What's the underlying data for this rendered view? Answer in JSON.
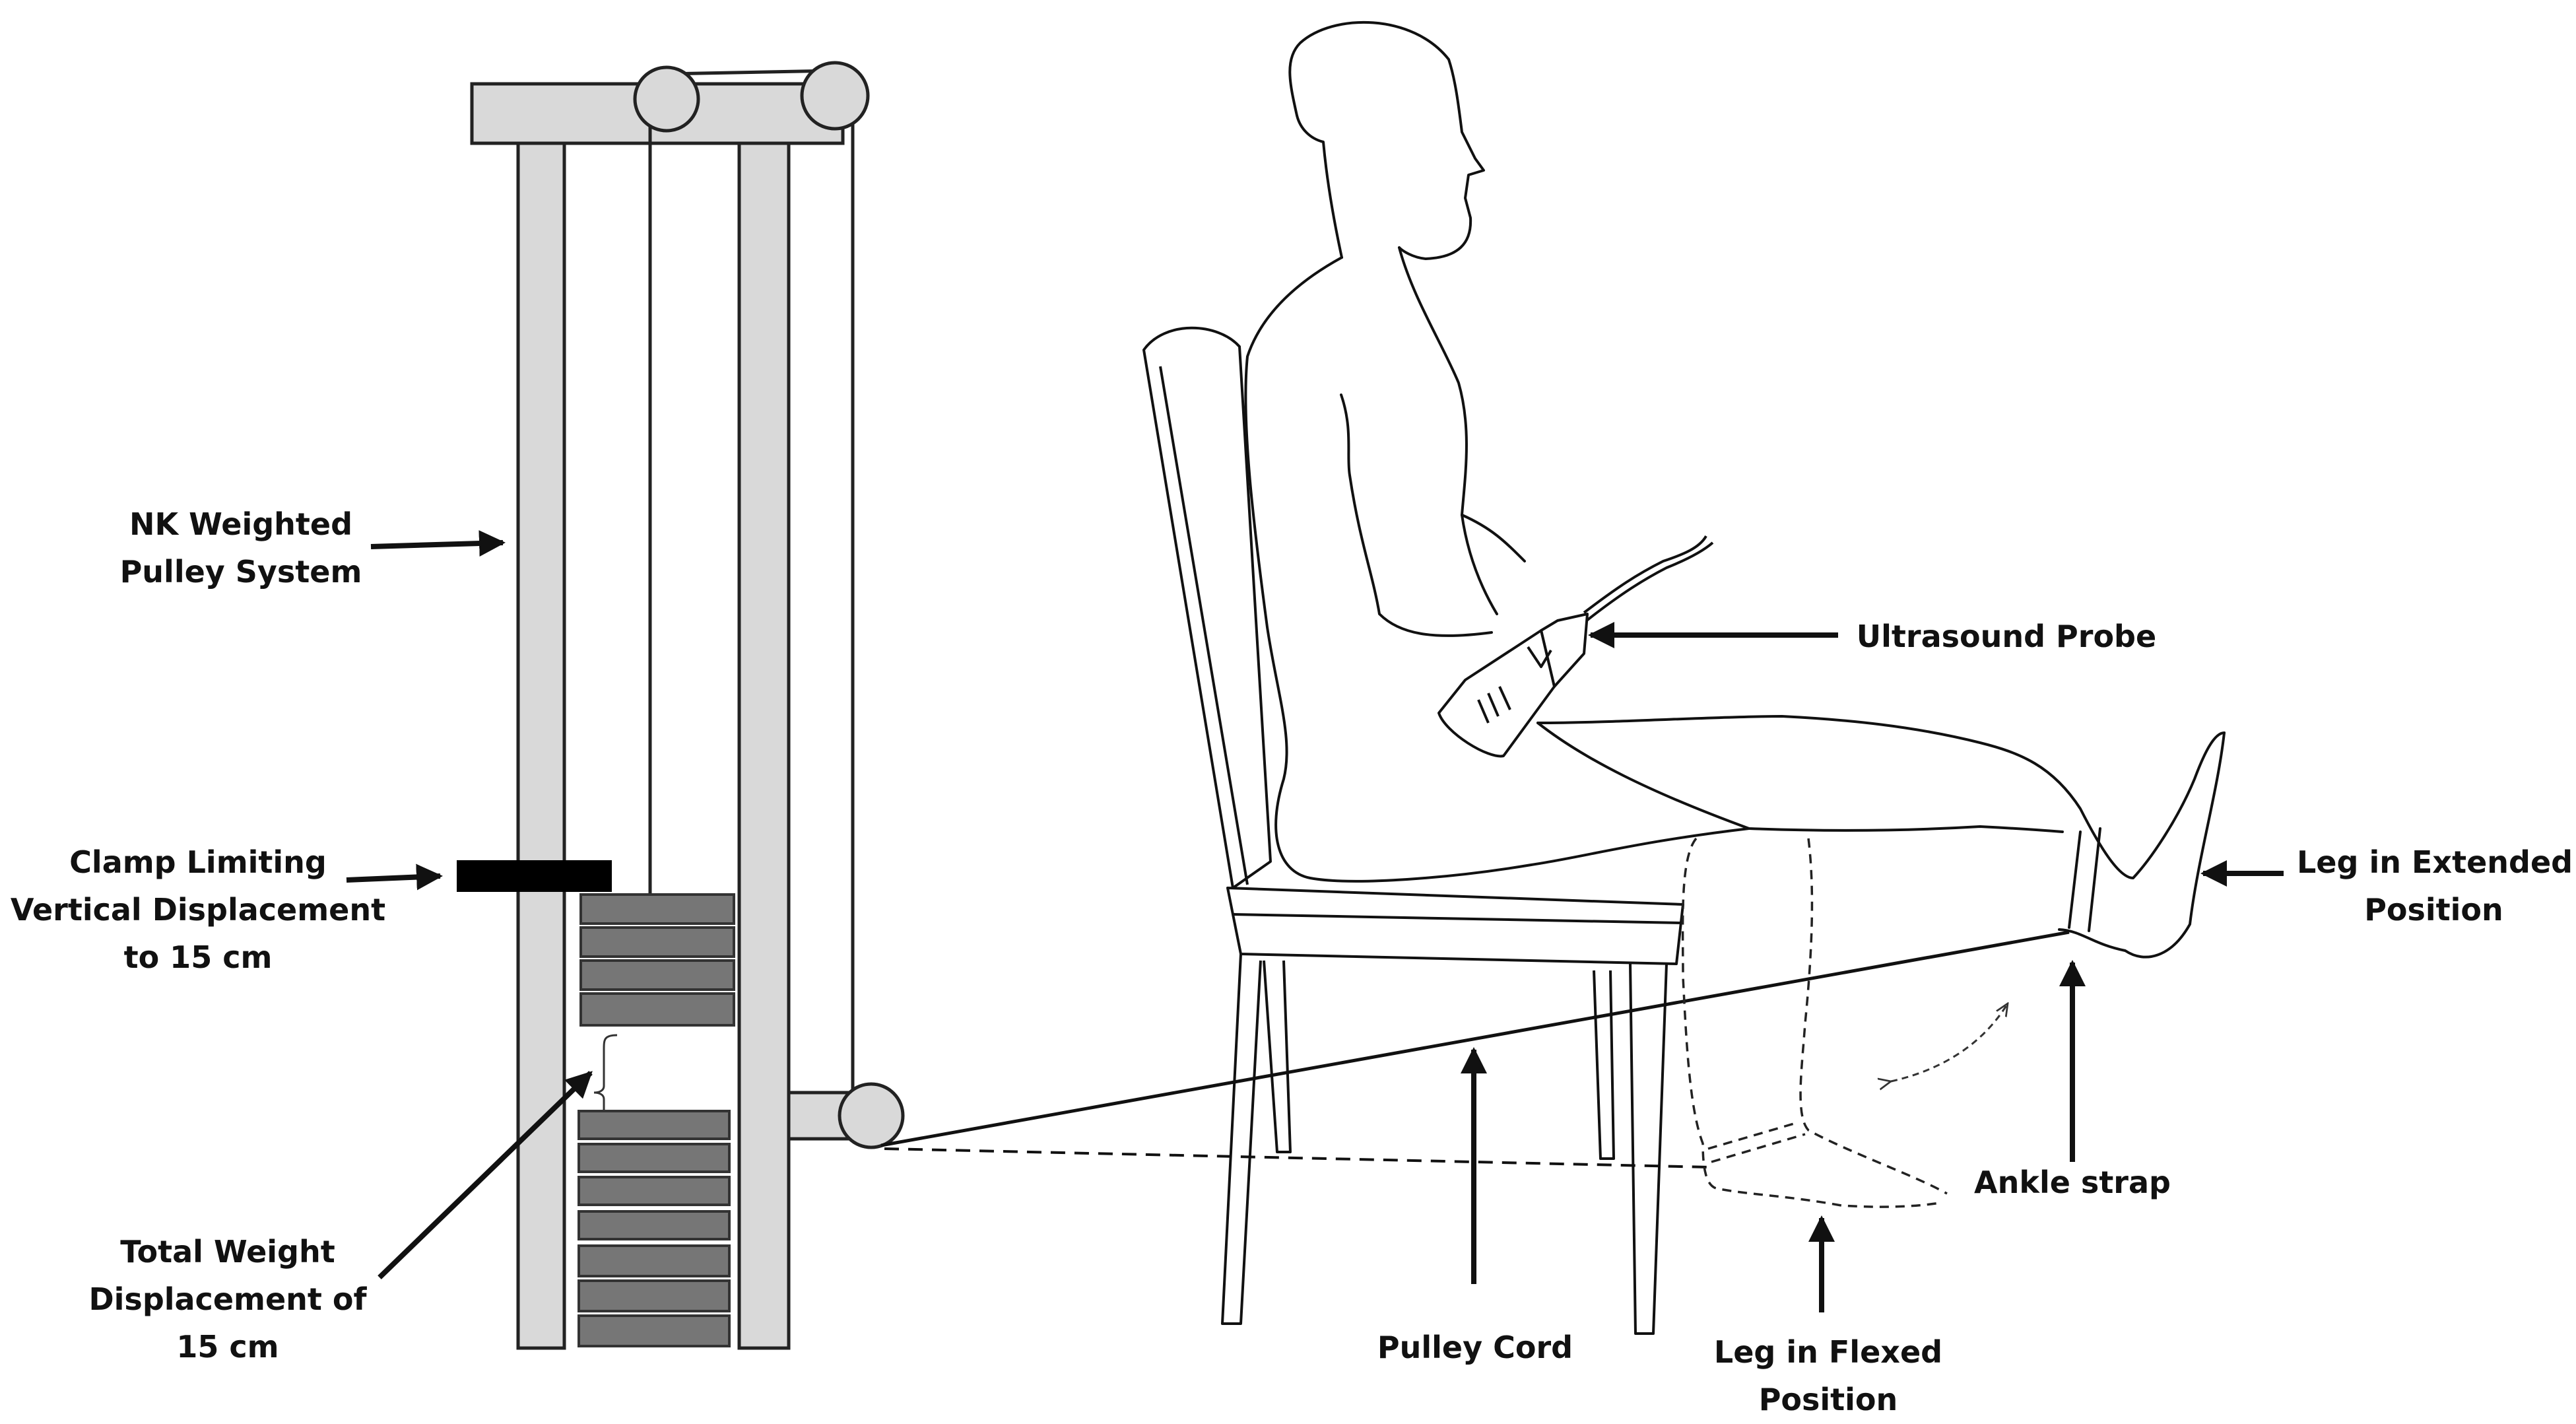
{
  "labels": {
    "nk_pulley": [
      "NK Weighted",
      "Pulley System"
    ],
    "clamp": [
      "Clamp Limiting",
      "Vertical Displacement",
      "to 15 cm"
    ],
    "total_weight": [
      "Total Weight",
      "Displacement of",
      "15 cm"
    ],
    "ultrasound_probe": "Ultrasound Probe",
    "leg_extended": [
      "Leg in Extended",
      "Position"
    ],
    "ankle_strap": "Ankle strap",
    "pulley_cord": "Pulley Cord",
    "leg_flexed": [
      "Leg in Flexed",
      "Position"
    ]
  },
  "colors": {
    "frame_fill": "#d9d9d9",
    "weight_plate": "#767676",
    "clamp": "#000000",
    "line": "#111111"
  }
}
